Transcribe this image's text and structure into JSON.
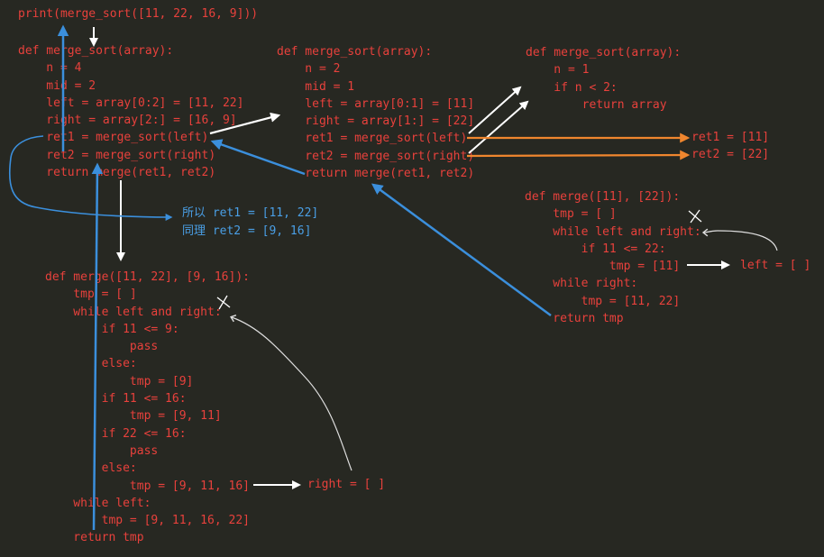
{
  "top_call": "print(merge_sort([11, 22, 16, 9]))",
  "block_sort_4": [
    "def merge_sort(array):",
    "    n = 4",
    "    mid = 2",
    "    left = array[0:2] = [11, 22]",
    "    right = array[2:] = [16, 9]",
    "    ret1 = merge_sort(left)",
    "    ret2 = merge_sort(right)",
    "    return merge(ret1, ret2)"
  ],
  "block_sort_2": [
    "def merge_sort(array):",
    "    n = 2",
    "    mid = 1",
    "    left = array[0:1] = [11]",
    "    right = array[1:] = [22]",
    "    ret1 = merge_sort(left)",
    "    ret2 = merge_sort(right)",
    "    return merge(ret1, ret2)"
  ],
  "block_sort_1": [
    "def merge_sort(array):",
    "    n = 1",
    "    if n < 2:",
    "        return array"
  ],
  "ret_values": [
    "ret1 = [11]",
    "ret2 = [22]"
  ],
  "block_merge_small": [
    "def merge([11], [22]):",
    "    tmp = [ ]",
    "    while left and right:",
    "        if 11 <= 22:",
    "            tmp = [11]",
    "    while right:",
    "        tmp = [11, 22]",
    "    return tmp"
  ],
  "left_empty_note": "left = [ ]",
  "conclusion_note": [
    "所以 ret1 = [11, 22]",
    "同理 ret2 = [9, 16]"
  ],
  "block_merge_big": [
    "def merge([11, 22], [9, 16]):",
    "    tmp = [ ]",
    "    while left and right:",
    "        if 11 <= 9:",
    "            pass",
    "        else:",
    "            tmp = [9]",
    "        if 11 <= 16:",
    "            tmp = [9, 11]",
    "        if 22 <= 16:",
    "            pass",
    "        else:",
    "            tmp = [9, 11, 16]",
    "    while left:",
    "        tmp = [9, 11, 16, 22]",
    "    return tmp"
  ],
  "right_empty_note": "right = [ ]",
  "colors": {
    "background": "#272822",
    "code": "#e8413c",
    "blue_arrow": "#3b8fdc",
    "orange_arrow": "#f0862e",
    "white_arrow": "#ffffff",
    "note_blue": "#4a9fe6"
  }
}
